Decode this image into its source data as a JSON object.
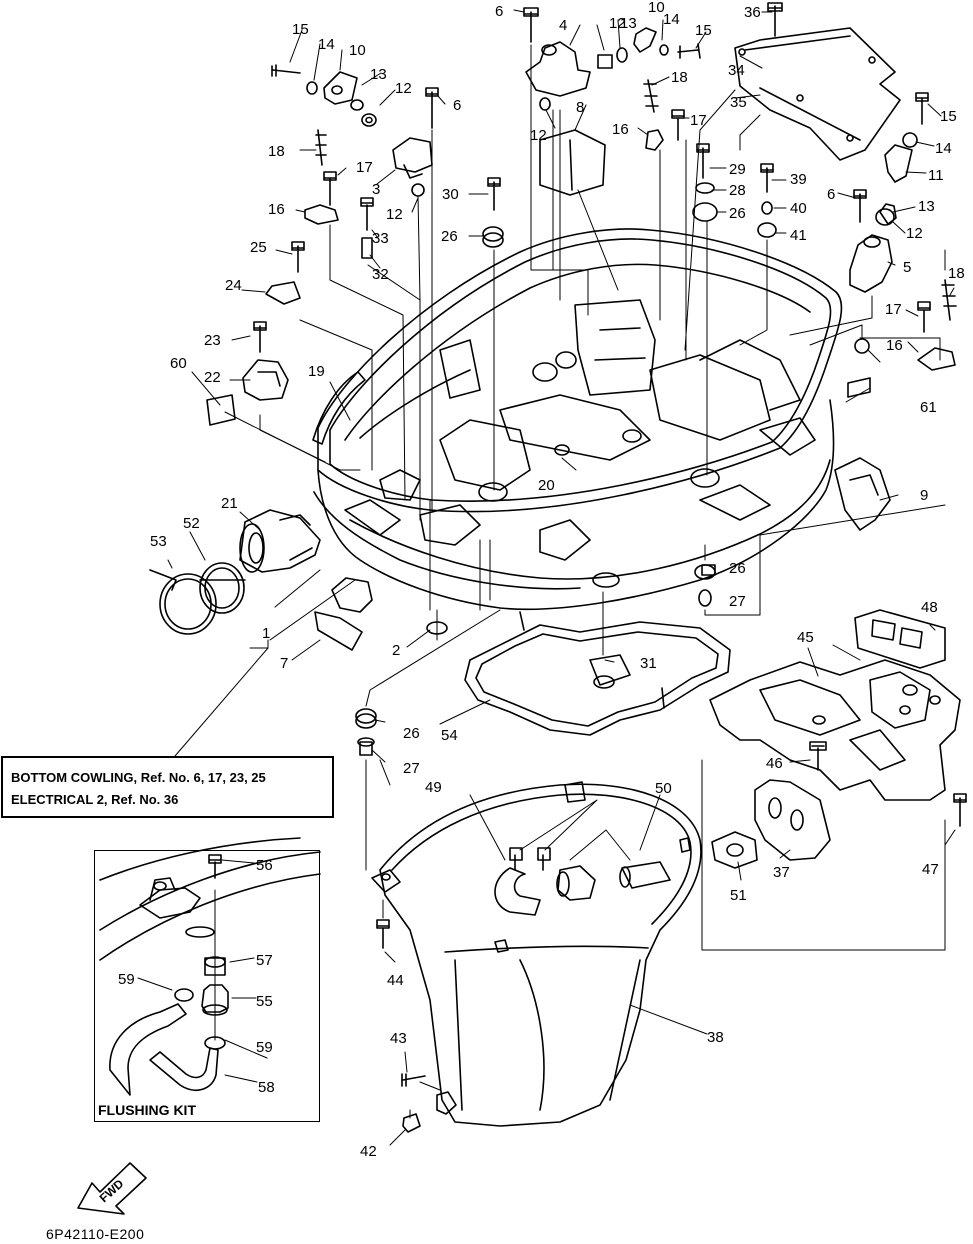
{
  "note": {
    "line1": "BOTTOM COWLING,  Ref. No. 6, 17, 23, 25",
    "line2": "ELECTRICAL 2,  Ref. No. 36"
  },
  "flushing_kit_label": "FLUSHING KIT",
  "diagram_code": "6P42110-E200",
  "fwd_label": "FWD",
  "callouts": [
    "1",
    "2",
    "3",
    "4",
    "5",
    "6",
    "6",
    "6",
    "6",
    "7",
    "8",
    "9",
    "10",
    "10",
    "11",
    "12",
    "12",
    "12",
    "12",
    "12",
    "13",
    "13",
    "13",
    "14",
    "14",
    "14",
    "15",
    "15",
    "15",
    "16",
    "16",
    "16",
    "17",
    "17",
    "17",
    "18",
    "18",
    "18",
    "19",
    "20",
    "21",
    "22",
    "23",
    "24",
    "25",
    "26",
    "26",
    "26",
    "26",
    "27",
    "27",
    "28",
    "29",
    "30",
    "31",
    "32",
    "33",
    "34",
    "35",
    "36",
    "37",
    "38",
    "39",
    "40",
    "41",
    "42",
    "43",
    "44",
    "45",
    "46",
    "47",
    "48",
    "49",
    "50",
    "51",
    "52",
    "53",
    "54",
    "55",
    "56",
    "57",
    "58",
    "59",
    "59",
    "60",
    "61"
  ]
}
